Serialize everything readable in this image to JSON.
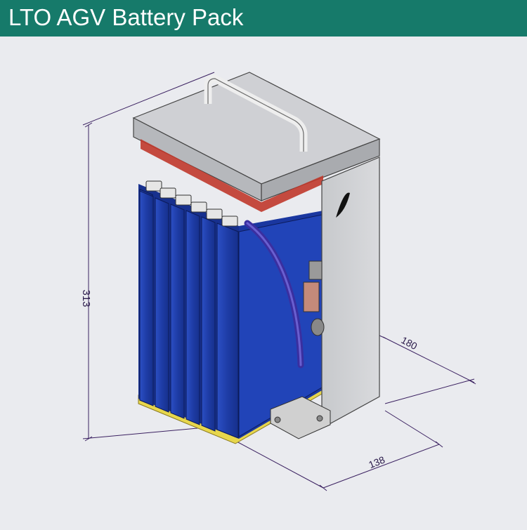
{
  "header": {
    "title": "LTO AGV Battery Pack"
  },
  "dimensions": {
    "height": "313",
    "depth": "180",
    "width": "138"
  },
  "colors": {
    "header_bg": "#167a6a",
    "cell_blue": "#1f3ea3",
    "cover_gray": "#c9cbcf",
    "cable_purple": "#3a2fa0",
    "dimension_line": "#3a2060"
  }
}
